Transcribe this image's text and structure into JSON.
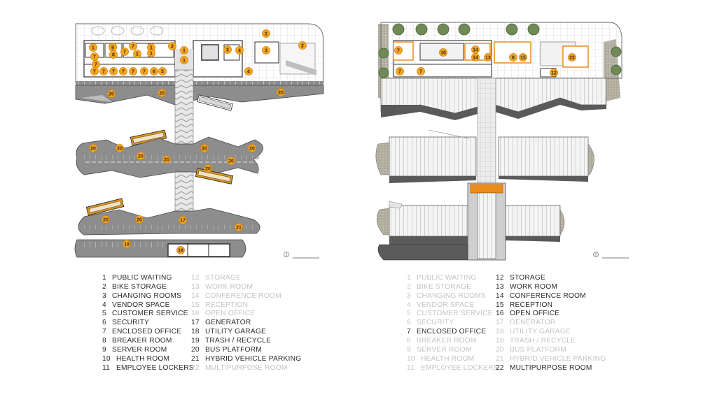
{
  "legend": {
    "items": [
      {
        "n": "1",
        "label": "PUBLIC WAITING"
      },
      {
        "n": "2",
        "label": "BIKE STORAGE"
      },
      {
        "n": "3",
        "label": "CHANGING ROOMS"
      },
      {
        "n": "4",
        "label": "VENDOR SPACE"
      },
      {
        "n": "5",
        "label": "CUSTOMER SERVICE"
      },
      {
        "n": "6",
        "label": "SECURITY"
      },
      {
        "n": "7",
        "label": "ENCLOSED OFFICE"
      },
      {
        "n": "8",
        "label": "BREAKER ROOM"
      },
      {
        "n": "9",
        "label": "SERVER ROOM"
      },
      {
        "n": "10",
        "label": "HEALTH ROOM"
      },
      {
        "n": "11",
        "label": "EMPLOYEE LOCKERS"
      },
      {
        "n": "12",
        "label": "STORAGE"
      },
      {
        "n": "13",
        "label": "WORK ROOM"
      },
      {
        "n": "14",
        "label": "CONFERENCE ROOM"
      },
      {
        "n": "15",
        "label": "RECEPTION"
      },
      {
        "n": "16",
        "label": "OPEN OFFICE"
      },
      {
        "n": "17",
        "label": "GENERATOR"
      },
      {
        "n": "18",
        "label": "UTILITY GARAGE"
      },
      {
        "n": "19",
        "label": "TRASH / RECYCLE"
      },
      {
        "n": "20",
        "label": "BUS PLATFORM"
      },
      {
        "n": "21",
        "label": "HYBRID VEHICLE PARKING"
      },
      {
        "n": "22",
        "label": "MULTIPURPOSE ROOM"
      }
    ],
    "left_active": [
      "1",
      "2",
      "3",
      "4",
      "5",
      "6",
      "7",
      "8",
      "9",
      "10",
      "11",
      "17",
      "18",
      "19",
      "20",
      "21"
    ],
    "right_active": [
      "7",
      "12",
      "13",
      "14",
      "15",
      "16",
      "22"
    ]
  },
  "plan_left": {
    "badges": [
      "2",
      "2",
      "2",
      "1",
      "9",
      "7",
      "1",
      "2",
      "3",
      "4",
      "3",
      "7",
      "8",
      "7",
      "1",
      "1",
      "7",
      "7",
      "7",
      "7",
      "7",
      "7",
      "6",
      "5",
      "4",
      "1",
      "7",
      "1",
      "20",
      "20",
      "20",
      "20",
      "20",
      "20",
      "20",
      "20",
      "20",
      "20",
      "20",
      "20",
      "20",
      "21",
      "17",
      "18",
      "19"
    ]
  },
  "plan_right": {
    "badges": [
      "7",
      "16",
      "14",
      "14",
      "13",
      "15",
      "8",
      "22",
      "12",
      "7",
      "7"
    ]
  },
  "colors": {
    "badge_fill": "#f5a623",
    "badge_stroke": "#c77a00",
    "accent_orange": "#ee8a1a",
    "pavement": "#8d8d8d",
    "wall": "#4a4a4a",
    "roof_light": "#f2f2f2",
    "gravel": "#a9a597",
    "tree": "#6f8a56",
    "bus": "#d89424"
  }
}
